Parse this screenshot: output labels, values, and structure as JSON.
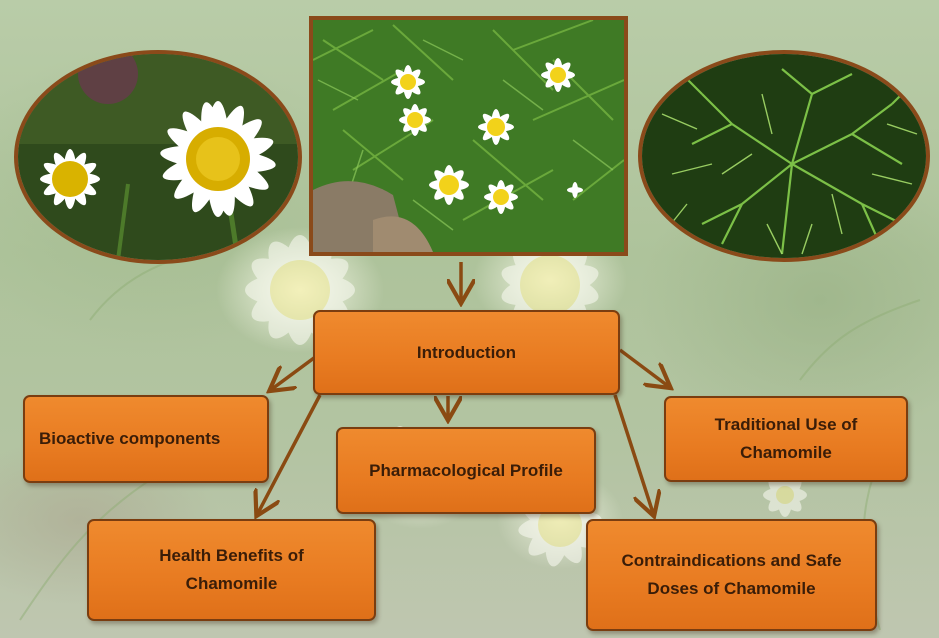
{
  "nodes": {
    "root": "Introduction",
    "bioactive": "Bioactive components",
    "pharmacological": "Pharmacological Profile",
    "traditional": "Traditional Use of Chamomile",
    "health": "Health Benefits of Chamomile",
    "contraindications": "Contraindications and Safe Doses of Chamomile"
  },
  "edges": [
    [
      "root",
      "bioactive"
    ],
    [
      "root",
      "health"
    ],
    [
      "root",
      "pharmacological"
    ],
    [
      "root",
      "traditional"
    ],
    [
      "root",
      "contraindications"
    ]
  ],
  "photos": [
    "chamomile-flower-closeup",
    "chamomile-plant",
    "chamomile-leaves"
  ],
  "colors": {
    "box": "#e87b21",
    "border": "#7a3d10",
    "arrow": "#8a4a12",
    "text": "#3a1d08"
  }
}
